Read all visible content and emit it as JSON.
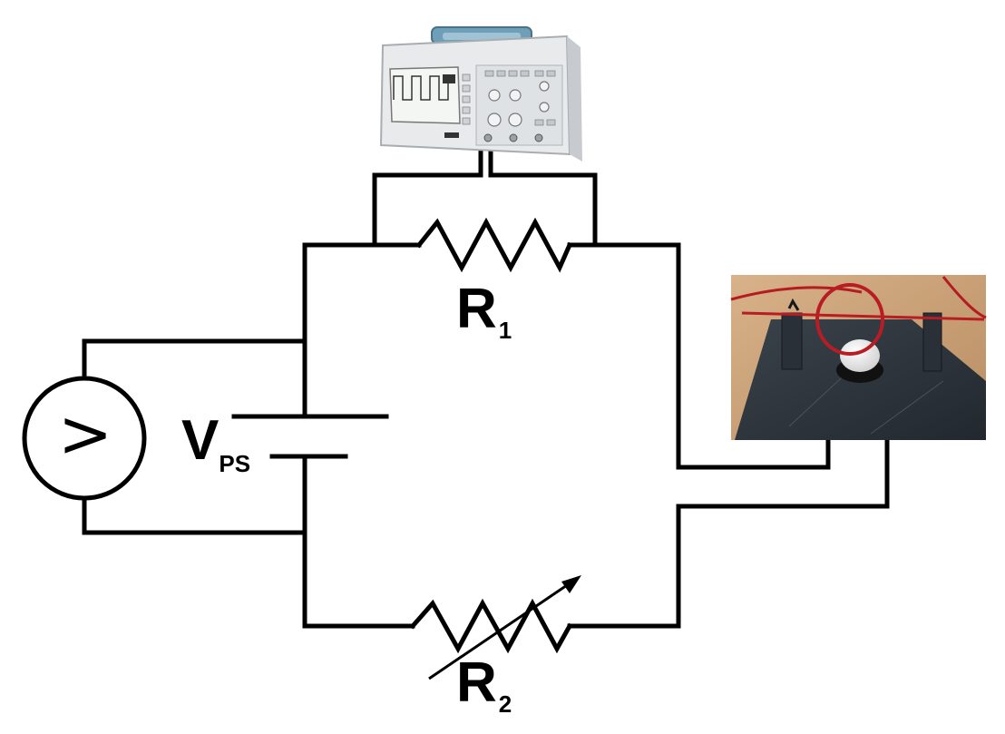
{
  "labels": {
    "r1": {
      "main": "R",
      "sub": "1"
    },
    "r2": {
      "main": "R",
      "sub": "2"
    },
    "vps": {
      "main": "V",
      "sub": "PS"
    },
    "voltmeter_symbol": ">"
  },
  "colors": {
    "wire": "#000000",
    "oscilloscope_body": "#e8eaec",
    "oscilloscope_handle": "#6f9fb8",
    "oscilloscope_screen": "#f4f6f4",
    "base_plate": "#2b3138",
    "wood_background": "#c9a27a",
    "wire_loop": "#b81d24",
    "magnet": "#f2f2f2"
  },
  "icons": {
    "oscilloscope": "oscilloscope-icon",
    "coil_apparatus": "coil-apparatus-photo",
    "voltmeter": "voltmeter-icon",
    "battery": "battery-icon",
    "resistor": "resistor-icon",
    "variable_resistor": "variable-resistor-icon"
  }
}
